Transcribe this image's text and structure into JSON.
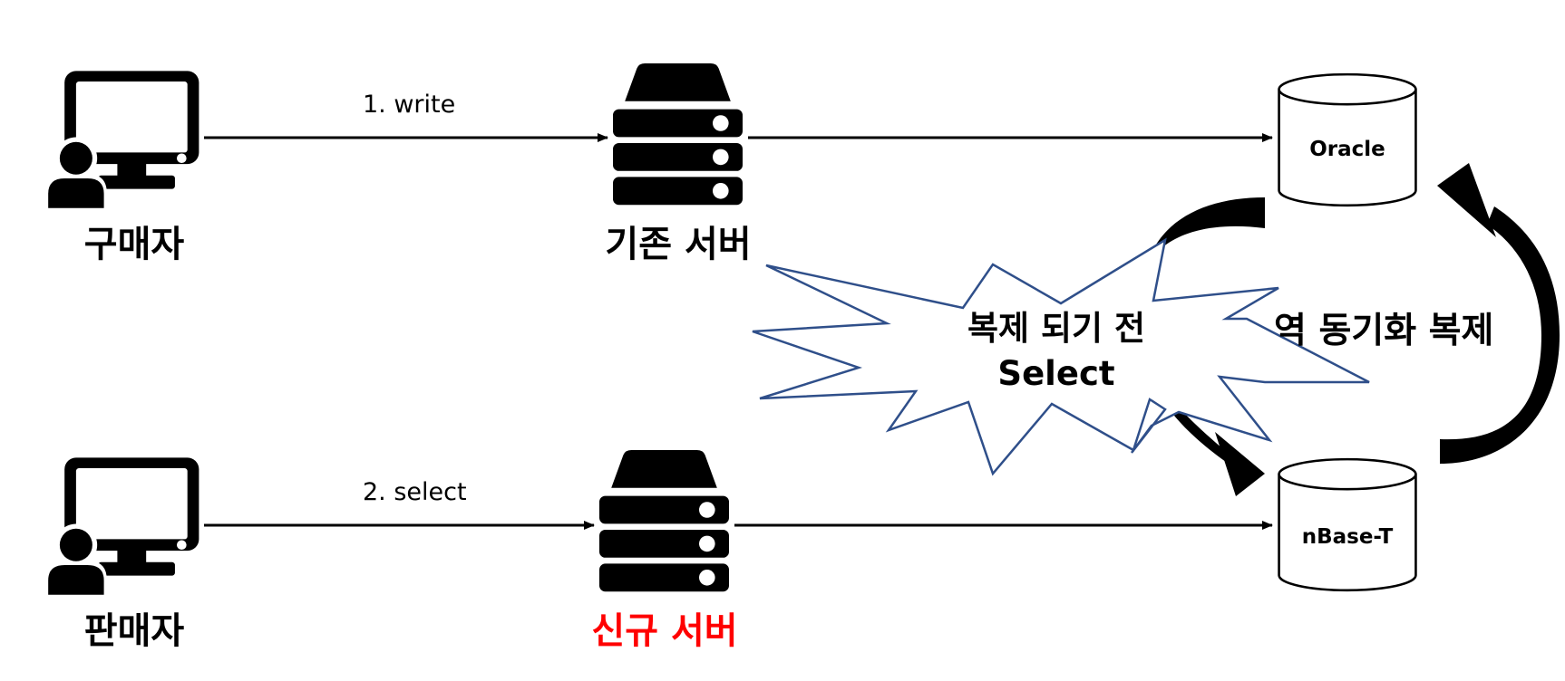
{
  "nodes": {
    "buyer": {
      "label": "구매자"
    },
    "seller": {
      "label": "판매자"
    },
    "legacy_server": {
      "label": "기존 서버"
    },
    "new_server": {
      "label": "신규 서버"
    },
    "oracle_db": {
      "label": "Oracle"
    },
    "nbase_db": {
      "label": "nBase-T"
    }
  },
  "edges": {
    "write": {
      "label": "1. write"
    },
    "select": {
      "label": "2. select"
    }
  },
  "callouts": {
    "before_replication": {
      "line1": "복제 되기 전",
      "line2": "Select"
    },
    "reverse_sync": {
      "label": "역 동기화 복제"
    }
  },
  "colors": {
    "icon": "#000000",
    "new_server_label": "#ff0000",
    "burst_stroke": "#2f4f8a",
    "background": "#ffffff"
  },
  "icons": {
    "buyer": "computer-user-icon",
    "seller": "computer-user-icon",
    "legacy_server": "server-icon",
    "new_server": "server-icon",
    "oracle_db": "database-cylinder-icon",
    "nbase_db": "database-cylinder-icon"
  }
}
